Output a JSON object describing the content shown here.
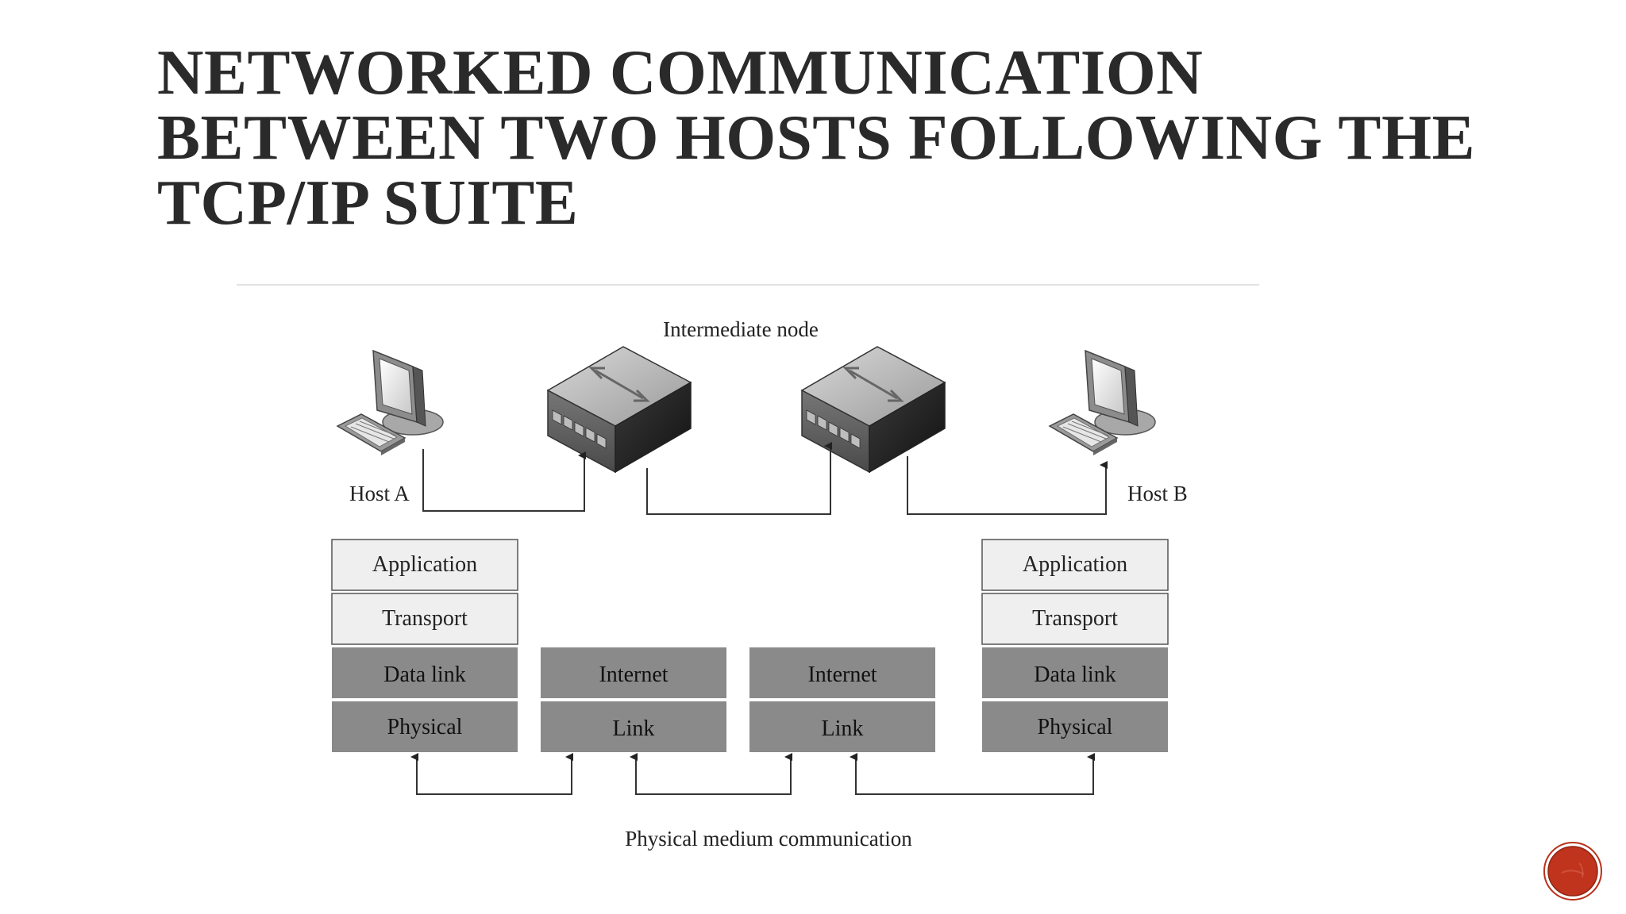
{
  "slide": {
    "title_lines": [
      "NETWORKED COMMUNICATION",
      "BETWEEN TWO HOSTS FOLLOWING THE",
      "TCP/IP SUITE"
    ]
  },
  "diagram": {
    "intermediate_label": "Intermediate node",
    "host_a_label": "Host A",
    "host_b_label": "Host B",
    "bottom_label": "Physical medium communication",
    "host_a_stack": [
      "Application",
      "Transport",
      "Data link",
      "Physical"
    ],
    "router1_stack": [
      "Internet",
      "Link"
    ],
    "router2_stack": [
      "Internet",
      "Link"
    ],
    "host_b_stack": [
      "Application",
      "Transport",
      "Data link",
      "Physical"
    ],
    "colors": {
      "light_layer": "#eeeeee",
      "dark_layer": "#8a8a8a",
      "line": "#333333"
    }
  },
  "icons": [
    "computer-icon",
    "router-icon",
    "slide-badge-icon"
  ]
}
